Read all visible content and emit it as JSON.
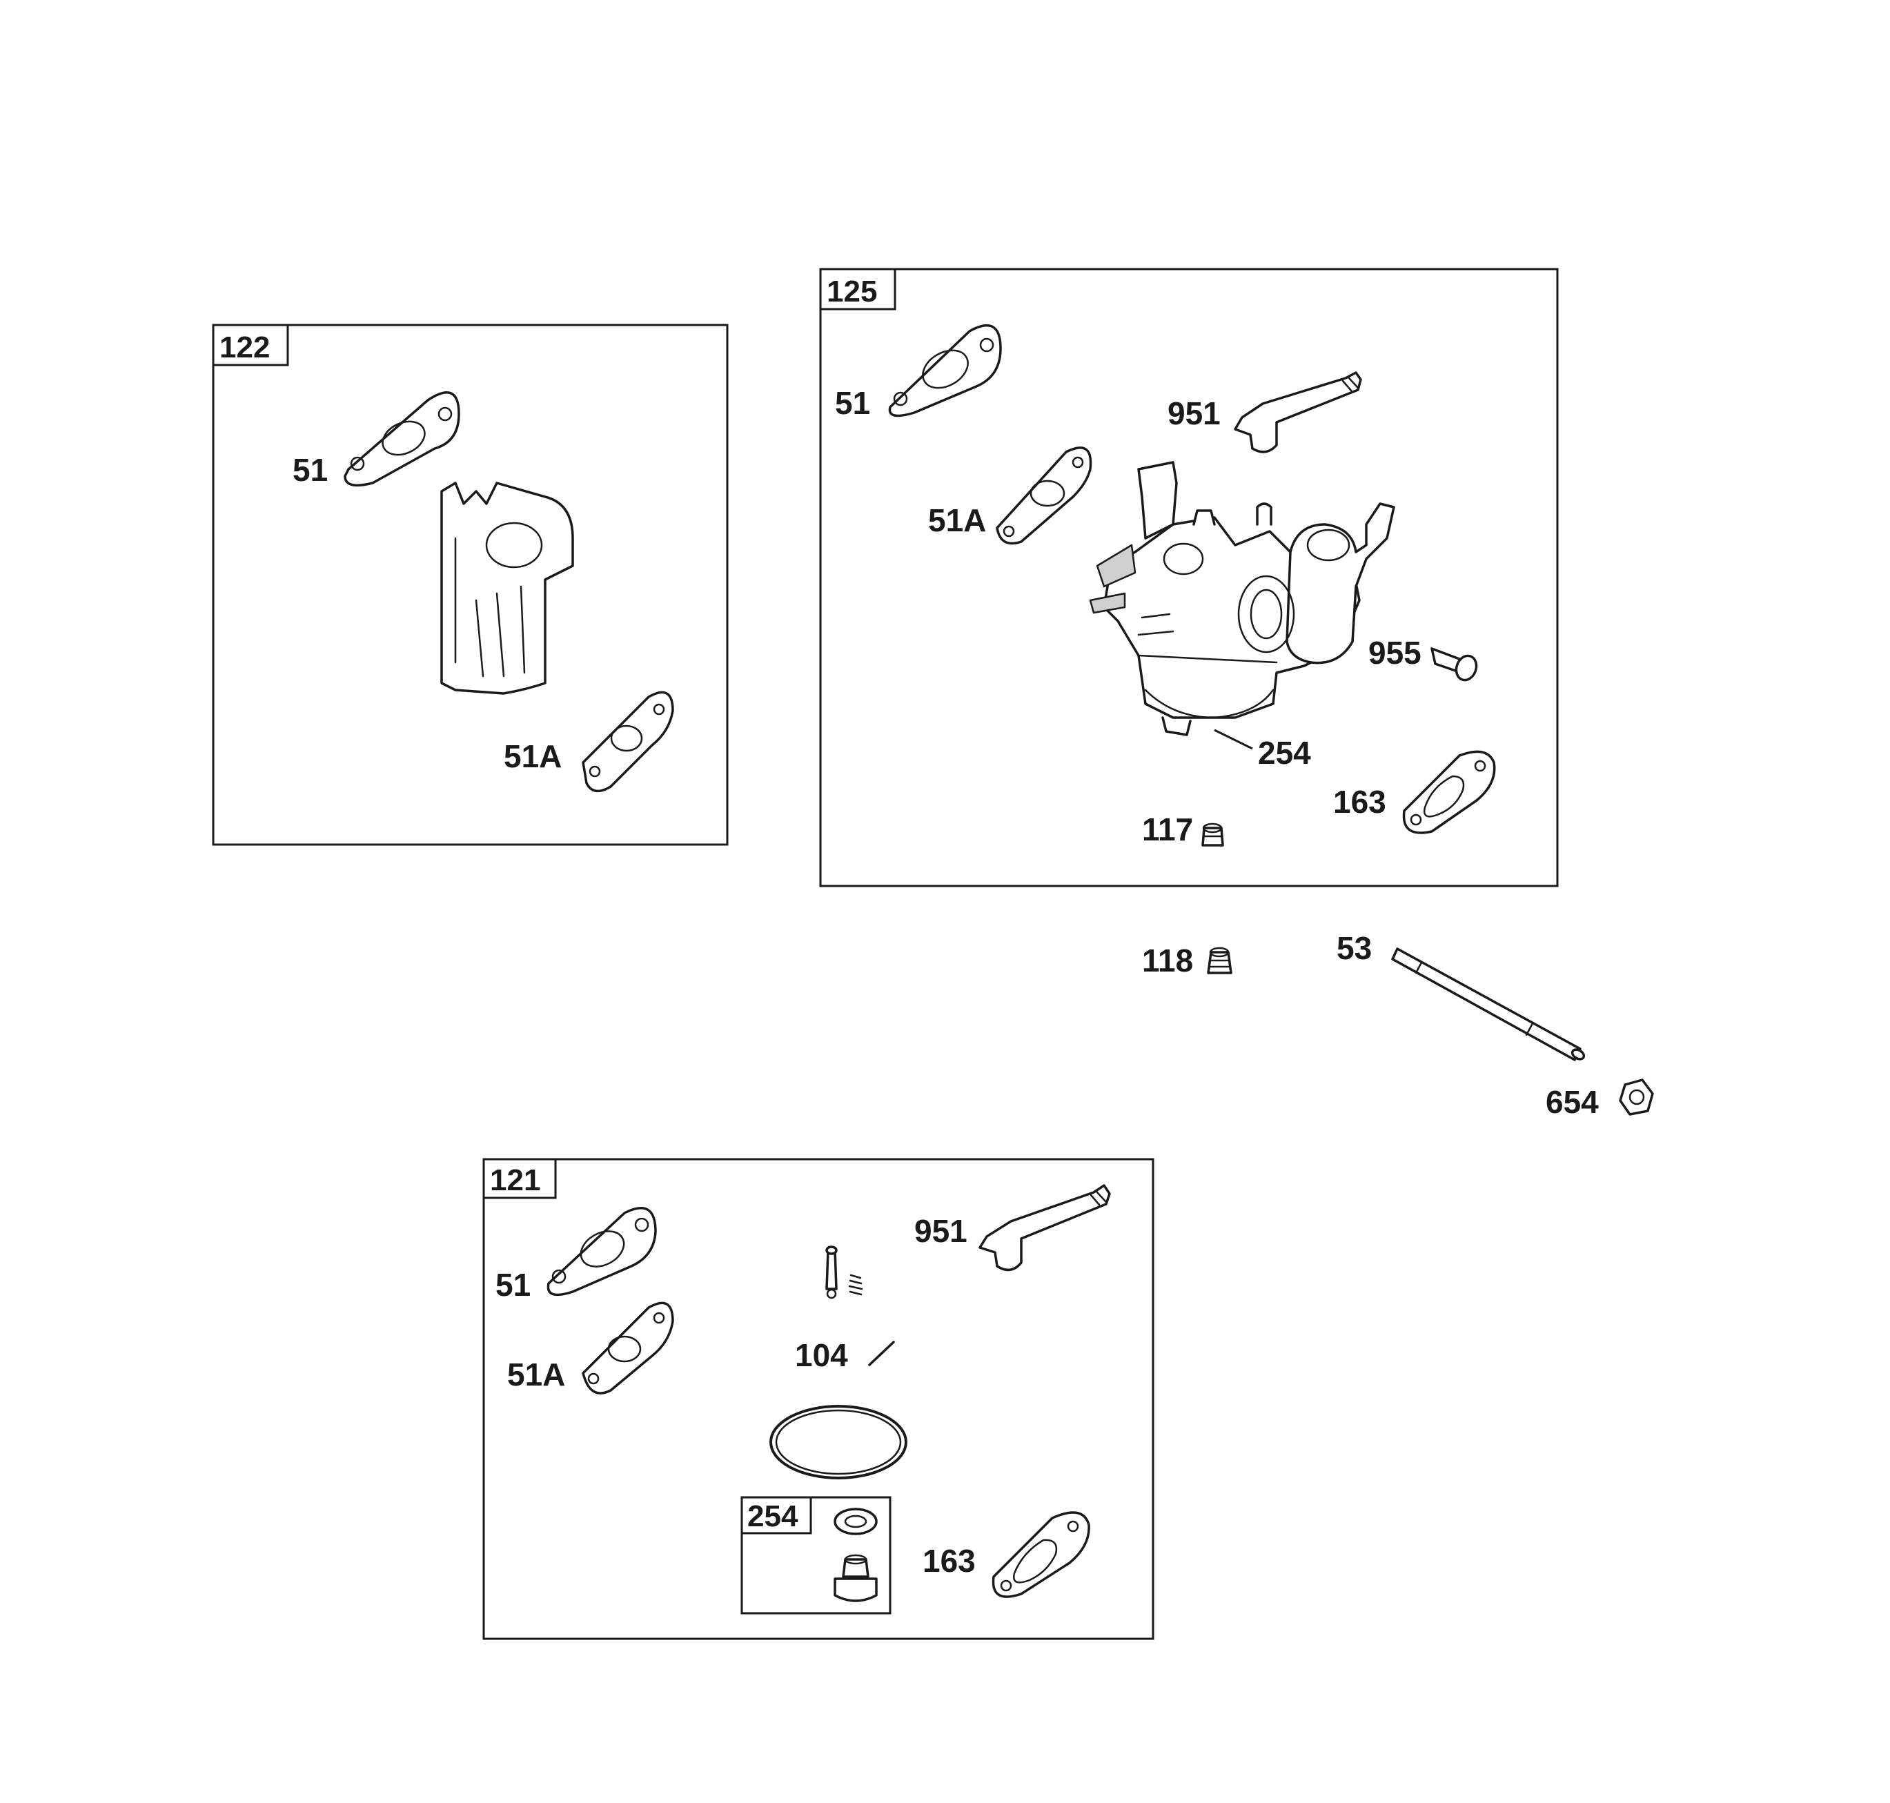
{
  "kits": {
    "kit_122": {
      "number": "122",
      "labels": {
        "gasket": "51",
        "gasket_a": "51A"
      }
    },
    "kit_125": {
      "number": "125",
      "labels": {
        "gasket": "51",
        "gasket_a": "51A",
        "choke_lever": "951",
        "screw": "955",
        "bowl_part": "254",
        "gasket_163": "163",
        "jet": "117"
      }
    },
    "kit_121": {
      "number": "121",
      "labels": {
        "gasket": "51",
        "gasket_a": "51A",
        "choke_lever": "951",
        "pin": "104",
        "gasket_163": "163"
      }
    },
    "kit_254": {
      "number": "254"
    }
  },
  "loose_parts": {
    "jet_118": "118",
    "stud_53": "53",
    "nut_654": "654"
  }
}
